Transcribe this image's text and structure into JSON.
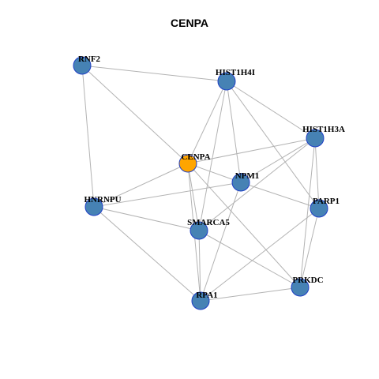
{
  "title": "CENPA",
  "colors": {
    "node_default": "#4682b4",
    "node_highlight": "#ffa500",
    "node_border": "#1f3fc6",
    "edge": "#b3b3b3"
  },
  "network": {
    "nodes": [
      {
        "id": "RNF2",
        "label": "RNF2",
        "highlight": false
      },
      {
        "id": "HIST1H4I",
        "label": "HIST1H4I",
        "highlight": false
      },
      {
        "id": "HIST1H3A",
        "label": "HIST1H3A",
        "highlight": false
      },
      {
        "id": "CENPA",
        "label": "CENPA",
        "highlight": true
      },
      {
        "id": "NPM1",
        "label": "NPM1",
        "highlight": false
      },
      {
        "id": "HNRNPU",
        "label": "HNRNPU",
        "highlight": false
      },
      {
        "id": "PARP1",
        "label": "PARP1",
        "highlight": false
      },
      {
        "id": "SMARCA5",
        "label": "SMARCA5",
        "highlight": false
      },
      {
        "id": "PRKDC",
        "label": "PRKDC",
        "highlight": false
      },
      {
        "id": "RPA1",
        "label": "RPA1",
        "highlight": false
      }
    ],
    "edges": [
      [
        "RNF2",
        "HIST1H4I"
      ],
      [
        "RNF2",
        "CENPA"
      ],
      [
        "RNF2",
        "HNRNPU"
      ],
      [
        "HIST1H4I",
        "CENPA"
      ],
      [
        "HIST1H4I",
        "HIST1H3A"
      ],
      [
        "HIST1H4I",
        "NPM1"
      ],
      [
        "HIST1H4I",
        "PARP1"
      ],
      [
        "HIST1H4I",
        "SMARCA5"
      ],
      [
        "HIST1H3A",
        "CENPA"
      ],
      [
        "HIST1H3A",
        "NPM1"
      ],
      [
        "HIST1H3A",
        "PARP1"
      ],
      [
        "HIST1H3A",
        "PRKDC"
      ],
      [
        "HIST1H3A",
        "SMARCA5"
      ],
      [
        "CENPA",
        "NPM1"
      ],
      [
        "CENPA",
        "HNRNPU"
      ],
      [
        "CENPA",
        "SMARCA5"
      ],
      [
        "CENPA",
        "RPA1"
      ],
      [
        "CENPA",
        "PRKDC"
      ],
      [
        "NPM1",
        "HNRNPU"
      ],
      [
        "NPM1",
        "PARP1"
      ],
      [
        "NPM1",
        "RPA1"
      ],
      [
        "HNRNPU",
        "SMARCA5"
      ],
      [
        "HNRNPU",
        "RPA1"
      ],
      [
        "SMARCA5",
        "PRKDC"
      ],
      [
        "SMARCA5",
        "RPA1"
      ],
      [
        "PARP1",
        "RPA1"
      ],
      [
        "PARP1",
        "PRKDC"
      ],
      [
        "PRKDC",
        "RPA1"
      ]
    ]
  }
}
